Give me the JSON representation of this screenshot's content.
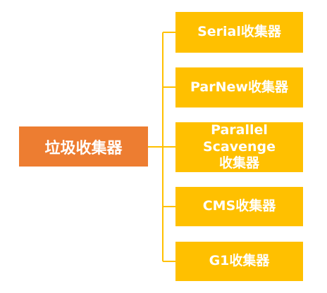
{
  "root": {
    "label": "垃圾收集器"
  },
  "collectors": [
    {
      "line1": "Serial收集器"
    },
    {
      "line1": "ParNew收集器"
    },
    {
      "line1": "Parallel Scavenge",
      "line2": "收集器"
    },
    {
      "line1": "CMS收集器"
    },
    {
      "line1": "G1收集器"
    }
  ],
  "colors": {
    "root_fill": "#ED7D31",
    "child_fill": "#FFC000",
    "connector": "#FFC000",
    "text": "#FFFFFF"
  }
}
